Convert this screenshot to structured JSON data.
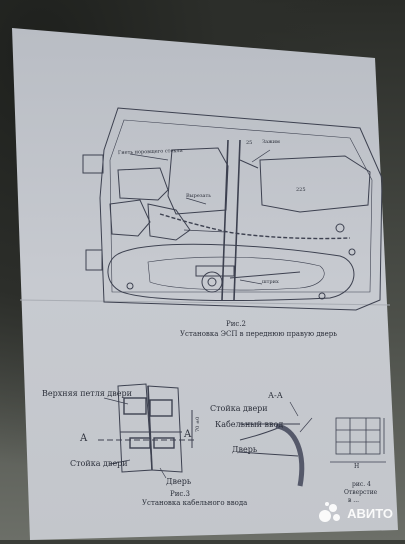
{
  "fig2": {
    "caption_num": "Рис.2",
    "caption_title": "Установка ЭСП в переднюю правую дверь",
    "label_oknopr": "Гнеть норовщего стекла",
    "label_vyrezat": "Вырезать",
    "label_zazhim": "Зажим",
    "label_dim1": "25",
    "label_dim2": "225",
    "label_shtr": "штрих"
  },
  "fig3": {
    "caption_num": "Рис.3",
    "caption_title": "Установка кабельного ввода",
    "label_upper_hinge": "Верхняя петля двери",
    "label_pillar": "Стойка двери",
    "label_door": "Дверь",
    "label_a_left": "A",
    "label_a_right": "A",
    "label_dim": "70 ±0"
  },
  "section_aa": {
    "title": "А-А",
    "label_pillar": "Стойка двери",
    "label_cable": "Кабельный ввод",
    "label_door": "Дверь"
  },
  "fig4": {
    "caption_num": "рис. 4",
    "caption_title": "Отверстие",
    "caption_sub": "в ...",
    "label_h": "H"
  },
  "watermark": {
    "text": "АВИТО"
  }
}
